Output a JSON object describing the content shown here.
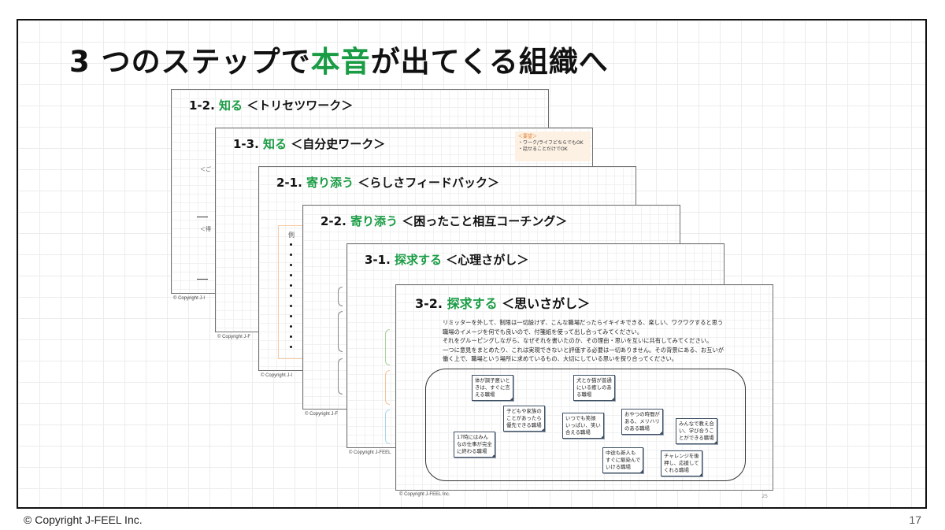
{
  "header": {
    "title_pre": "3 つのステップで",
    "title_highlight": "本音",
    "title_post": "が出てくる組織へ"
  },
  "footer": {
    "copyright": "© Copyright J-FEEL Inc.",
    "page_number": "17"
  },
  "colors": {
    "accent_green": "#1a9c45",
    "frame": "#111111",
    "sticky_border": "#3d4e63"
  },
  "slides": [
    {
      "number": "1-2.",
      "step": "知る",
      "name": "＜トリセツワーク＞",
      "copyright": "© Copyright J-I",
      "side_texts": [
        "＜ご",
        "＜得"
      ]
    },
    {
      "number": "1-3.",
      "step": "知る",
      "name": "＜自分史ワーク＞",
      "copyright": "© Copyright J-F",
      "note": {
        "head": "＜要望＞",
        "lines": [
          "・ワーク/ライフどちらでもOK",
          "・話せることだけでOK"
        ]
      }
    },
    {
      "number": "2-1.",
      "step": "寄り添う",
      "name": "＜らしさフィードバック＞",
      "copyright": "© Copyright J-I",
      "example_label": "例"
    },
    {
      "number": "2-2.",
      "step": "寄り添う",
      "name": "＜困ったこと相互コーチング＞",
      "copyright": "© Copyright J-F"
    },
    {
      "number": "3-1.",
      "step": "探求する",
      "name": "＜心理さがし＞",
      "copyright": "© Copyright J-FEEL"
    },
    {
      "number": "3-2.",
      "step": "探求する",
      "name": "＜思いさがし＞",
      "copyright": "© Copyright J-FEEL Inc.",
      "page": "25",
      "body": [
        "リミッターを外して、制限は一切設けず、こんな職場だったらイキイキできる、楽しい、ワクワクすると思う",
        "職場のイメージを何でも良いので、付箋紙を使って出し合ってみてください。",
        "それをグルーピングしながら、なぜそれを書いたのか、その理由・思いを互いに共有してみてください。",
        "一つに意見をまとめたり、これは実現できないと評価する必要は一切ありません。その背景にある、お互いが",
        "働く上で、職場という場所に求めているもの、大切にしている思いを探り合ってください。"
      ],
      "stickies": [
        "体が調子悪いと\nきは、すぐに言\nえる職場",
        "子どもや家族の\nことがあったら\n優先できる職場",
        "17時にはみん\nなの仕事が完全\nに終わる職場",
        "犬とか猫が普通\nにいる癒しのあ\nる職場",
        "いつでも笑顔\nいっぱい、笑い\n合える職場",
        "おやつの時間が\nある、メリハリ\nのある職場",
        "みんなで教え合\nい、学び合うこ\nとができる職場",
        "中途も新人も\nすぐに馴染んで\nいける職場",
        "チャレンジを後\n押し、応援して\nくれる職場"
      ]
    }
  ]
}
